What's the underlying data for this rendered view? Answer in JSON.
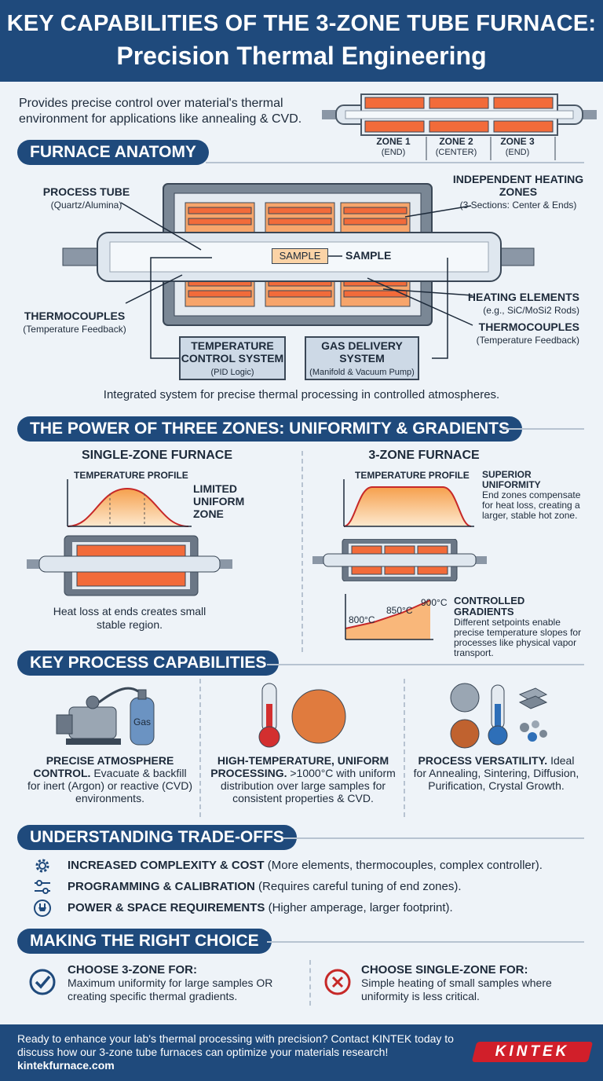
{
  "header": {
    "title_line1": "KEY CAPABILITIES OF THE 3-ZONE TUBE FURNACE:",
    "title_line2": "Precision Thermal Engineering"
  },
  "intro": "Provides precise control over material's thermal environment for applications like annealing & CVD.",
  "zones_top": [
    {
      "name": "ZONE 1",
      "pos": "(END)"
    },
    {
      "name": "ZONE 2",
      "pos": "(CENTER)"
    },
    {
      "name": "ZONE 3",
      "pos": "(END)"
    }
  ],
  "anatomy": {
    "heading": "FURNACE ANATOMY",
    "process_tube": "PROCESS TUBE",
    "process_tube_sub": "(Quartz/Alumina)",
    "heating_zones": "INDEPENDENT HEATING ZONES",
    "heating_zones_sub": "(3 Sections: Center & Ends)",
    "sample_box": "SAMPLE",
    "sample_label": "SAMPLE",
    "thermocouples_left": "THERMOCOUPLES",
    "thermocouples_left_sub": "(Temperature Feedback)",
    "heating_elements": "HEATING ELEMENTS",
    "heating_elements_sub": "(e.g., SiC/MoSi2 Rods)",
    "thermocouples_right": "THERMOCOUPLES",
    "thermocouples_right_sub": "(Temperature Feedback)",
    "temp_control": "TEMPERATURE CONTROL SYSTEM",
    "temp_control_sub": "(PID Logic)",
    "gas_delivery": "GAS DELIVERY SYSTEM",
    "gas_delivery_sub": "(Manifold & Vacuum Pump)",
    "caption": "Integrated system for precise thermal processing in controlled atmospheres."
  },
  "zones": {
    "heading": "THE POWER OF THREE ZONES: UNIFORMITY & GRADIENTS",
    "single_title": "SINGLE-ZONE FURNACE",
    "single_profile": "TEMPERATURE PROFILE",
    "limited": "LIMITED UNIFORM ZONE",
    "single_caption": "Heat loss at ends creates small stable region.",
    "three_title": "3-ZONE FURNACE",
    "three_profile": "TEMPERATURE PROFILE",
    "superior": "SUPERIOR UNIFORMITY",
    "superior_desc": "End zones compensate for heat loss, creating a larger, stable hot zone.",
    "gradients": "CONTROLLED GRADIENTS",
    "gradients_desc": "Different setpoints enable precise temperature slopes for processes like physical vapor transport.",
    "t1": "800°C",
    "t2": "850°C",
    "t3": "900°C"
  },
  "capabilities": {
    "heading": "KEY PROCESS CAPABILITIES",
    "gas_label": "Gas",
    "c1_title": "PRECISE ATMOSPHERE CONTROL.",
    "c1_desc": "Evacuate & backfill for inert (Argon) or reactive (CVD) environments.",
    "c2_title": "HIGH-TEMPERATURE, UNIFORM PROCESSING.",
    "c2_desc": ">1000°C with uniform distribution over large samples for consistent properties & CVD.",
    "c3_title": "PROCESS VERSATILITY.",
    "c3_desc": "Ideal for Annealing, Sintering, Diffusion, Purification, Crystal Growth."
  },
  "tradeoffs": {
    "heading": "UNDERSTANDING TRADE-OFFS",
    "items": [
      {
        "bold": "INCREASED COMPLEXITY & COST",
        "rest": " (More elements, thermocouples, complex controller)."
      },
      {
        "bold": "PROGRAMMING & CALIBRATION",
        "rest": " (Requires careful tuning of end zones)."
      },
      {
        "bold": "POWER & SPACE REQUIREMENTS",
        "rest": " (Higher amperage, larger footprint)."
      }
    ]
  },
  "choice": {
    "heading": "MAKING THE RIGHT CHOICE",
    "three_title": "CHOOSE 3-ZONE FOR:",
    "three_desc": "Maximum uniformity for large samples OR creating specific thermal gradients.",
    "single_title": "CHOOSE SINGLE-ZONE FOR:",
    "single_desc": "Simple heating of small samples where uniformity is less critical."
  },
  "footer": {
    "text": "Ready to enhance your lab's thermal processing with precision? Contact KINTEK today to discuss how our 3-zone tube furnaces can optimize your materials research!",
    "url": "kintekfurnace.com",
    "logo": "KINTEK"
  },
  "colors": {
    "navy": "#1f4a7c",
    "heat": "#f26b3a",
    "red": "#d11f2a"
  }
}
